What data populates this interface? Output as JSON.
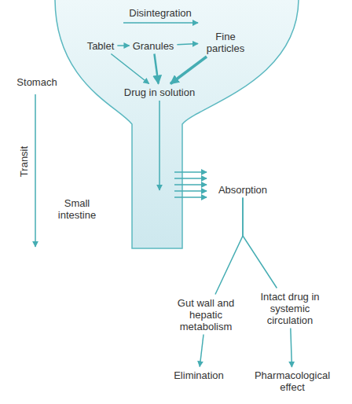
{
  "diagram": {
    "nodes": [
      {
        "text": [
          "Tablet"
        ]
      },
      {
        "text": [
          "Granules"
        ]
      },
      {
        "text": [
          "Fine particles"
        ]
      },
      {
        "text": [
          "Drug in solution"
        ]
      },
      {
        "text": [
          "Absorption"
        ]
      },
      {
        "text": [
          "Gut wall and hepatic metabolism"
        ]
      },
      {
        "text": [
          "Intact drug in systemic circulation"
        ]
      },
      {
        "text": [
          "Elimination"
        ]
      },
      {
        "text": [
          "Pharmacological effect"
        ]
      }
    ],
    "edges": [
      {
        "from": 0,
        "to": 1,
        "arrow": "to"
      },
      {
        "from": 1,
        "to": 2,
        "arrow": "to"
      },
      {
        "from": 0,
        "to": 3,
        "arrow": "to"
      },
      {
        "from": 1,
        "to": 3,
        "arrow": "to"
      },
      {
        "from": 2,
        "to": 3,
        "arrow": "to"
      },
      {
        "from": 4,
        "to": 5,
        "arrow": "none"
      },
      {
        "from": 4,
        "to": 6,
        "arrow": "none"
      },
      {
        "from": 5,
        "to": 7,
        "arrow": "to"
      },
      {
        "from": 6,
        "to": 8,
        "arrow": "to"
      }
    ],
    "labels": [
      "Disintegration",
      "Stomach",
      "Transit",
      "Small intestine"
    ]
  }
}
